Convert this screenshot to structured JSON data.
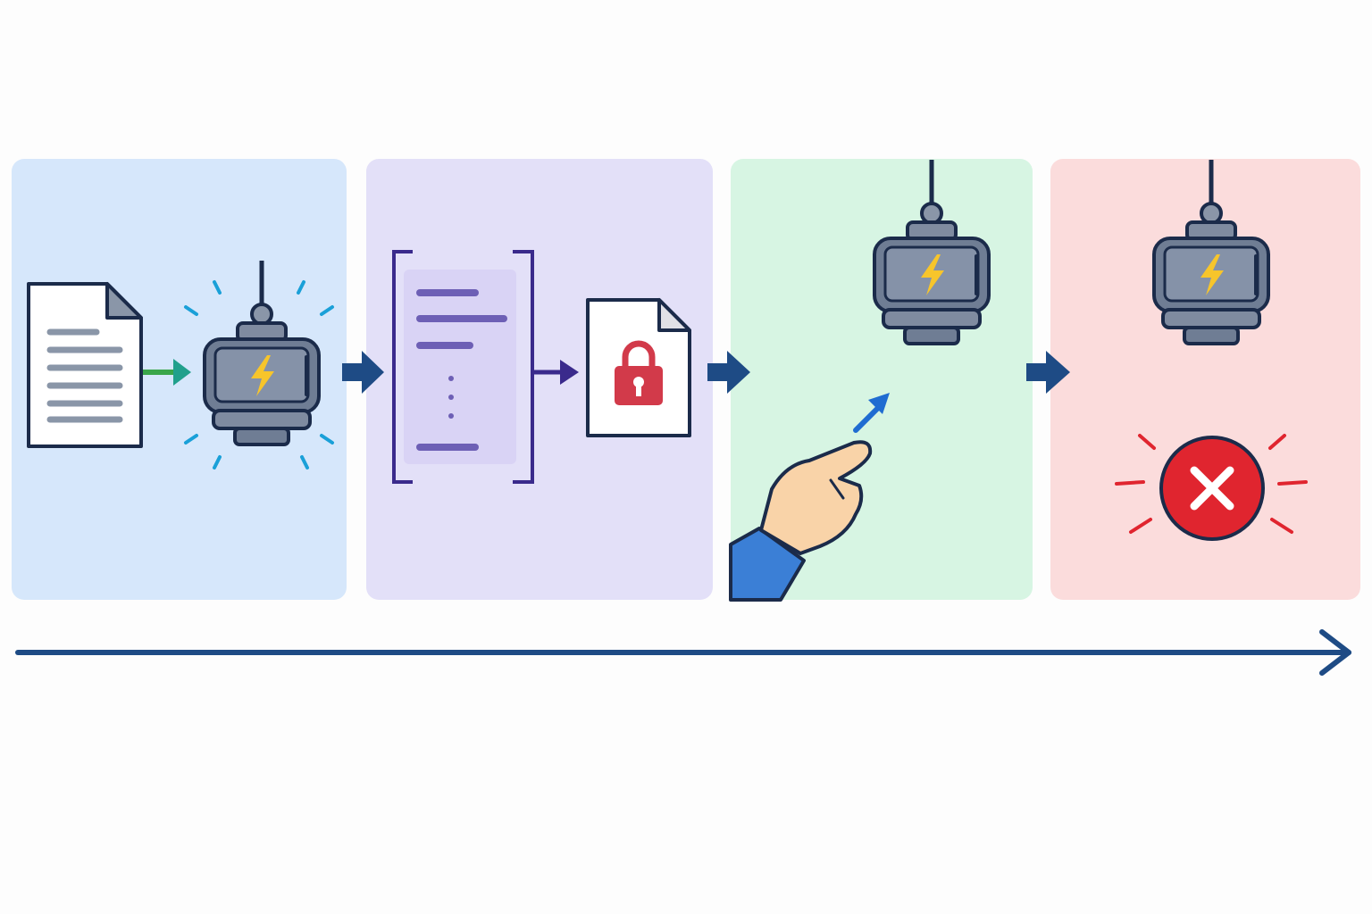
{
  "colors": {
    "panel_1_bg": "#d6e7fb",
    "panel_2_bg": "#e3e0f8",
    "panel_3_bg": "#d7f5e3",
    "panel_4_bg": "#fbdcdc",
    "outline": "#1b2b4a",
    "step_arrow": "#1e4b85",
    "timeline": "#1e4b85",
    "spark": "#1aa0d8",
    "lightning": "#f7c52b",
    "lock": "#d23a4a",
    "error": "#e0252f",
    "bracket": "#3a2a8c",
    "hand_skin": "#f9d3a8",
    "sleeve": "#3b7fd6",
    "motion_arrow": "#1f6cd1",
    "feed_arrow": "#3aa64a"
  },
  "panels": [
    {
      "id": "feed-input",
      "icons": [
        "document-icon",
        "feed-arrow-icon",
        "device-icon",
        "spark-icon"
      ]
    },
    {
      "id": "bracket-lock",
      "icons": [
        "bracket-list-icon",
        "lock-document-icon"
      ]
    },
    {
      "id": "touch",
      "icons": [
        "pointing-hand-icon",
        "motion-arrow-icon",
        "device-icon"
      ]
    },
    {
      "id": "failure",
      "icons": [
        "device-icon",
        "error-x-icon"
      ]
    }
  ],
  "timeline": {
    "icon": "timeline-arrow-icon"
  }
}
